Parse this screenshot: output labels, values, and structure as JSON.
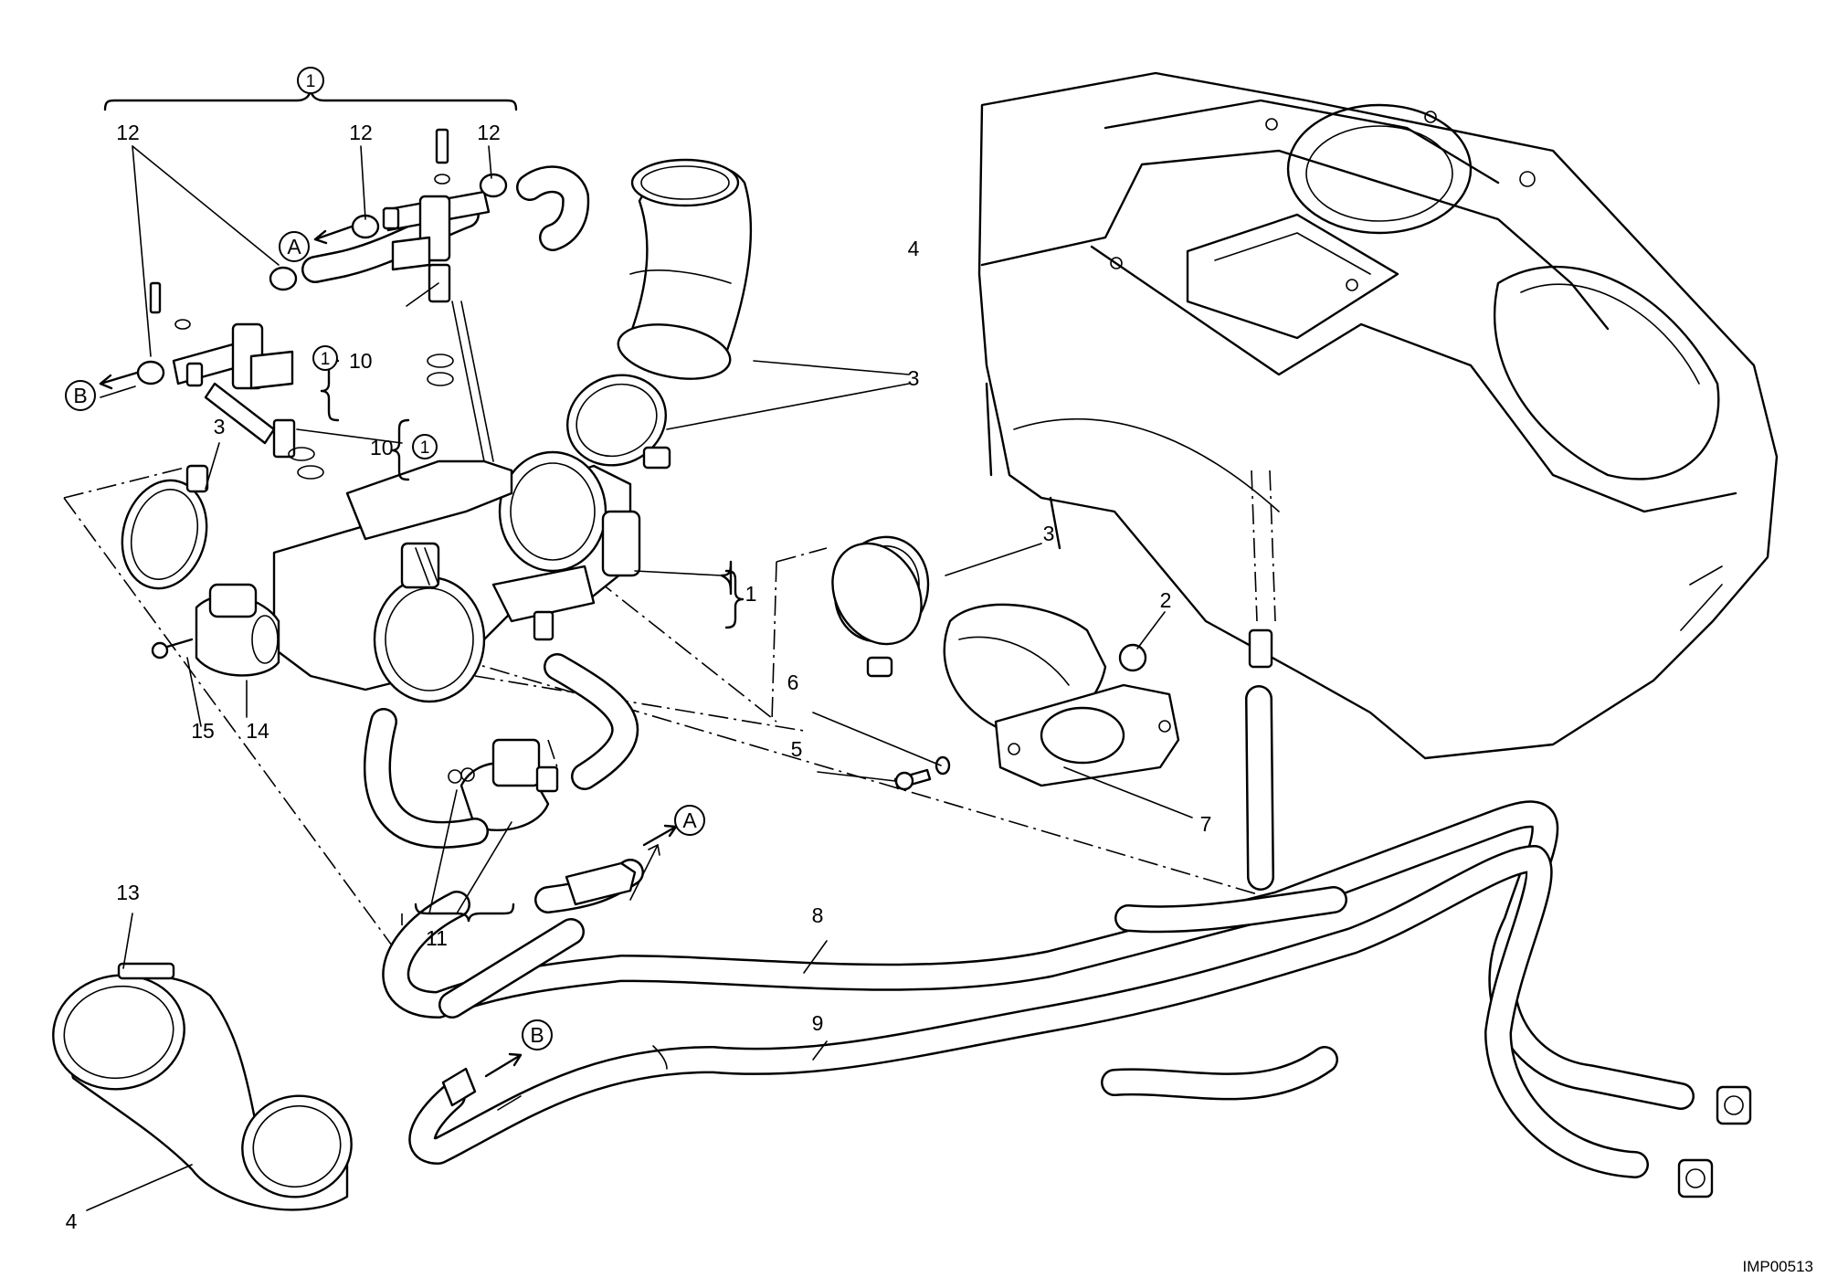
{
  "callouts": {
    "c1_group": "1",
    "c12_left": "12",
    "c12_mid": "12",
    "c12_right": "12",
    "c10_upper": "10",
    "c10_upper_ref": "1",
    "c10_lower": "10",
    "c10_lower_ref": "1",
    "c3_left": "3",
    "c3_upper": "3",
    "c3_right": "3",
    "c4_upper": "4",
    "c4_lower": "4",
    "c1_body": "1",
    "c2": "2",
    "c5": "5",
    "c6": "6",
    "c7": "7",
    "c8": "8",
    "c9": "9",
    "c11": "11",
    "c13": "13",
    "c14": "14",
    "c15": "15"
  },
  "connectors": {
    "a_left": "A",
    "a_right": "A",
    "b_left": "B",
    "b_right": "B"
  },
  "drawing_code": "IMP00513"
}
